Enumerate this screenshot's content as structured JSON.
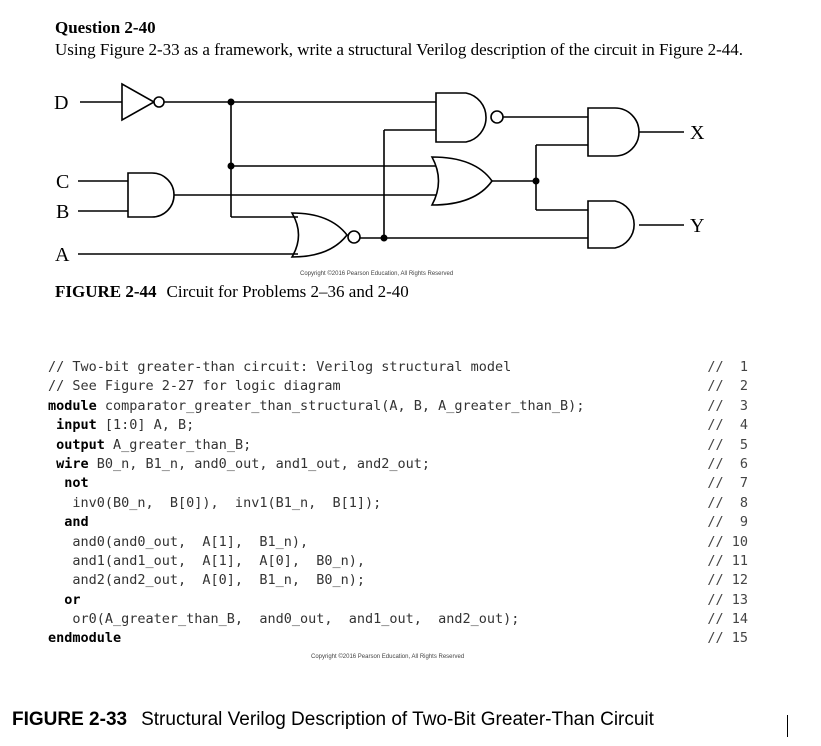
{
  "question": {
    "title": "Question 2-40",
    "text": "Using Figure 2-33 as a framework, write a structural Verilog description of the circuit in Figure 2-44."
  },
  "circuit": {
    "inputs": [
      "D",
      "C",
      "B",
      "A"
    ],
    "outputs": [
      "X",
      "Y"
    ],
    "copyright": "Copyright ©2016 Pearson Education, All Rights Reserved"
  },
  "figure_2_44": {
    "label": "FIGURE 2-44",
    "caption": "Circuit for Problems 2–36 and 2-40"
  },
  "code": {
    "lines": [
      {
        "num": "//  1",
        "text": "// Two-bit greater-than circuit: Verilog structural model"
      },
      {
        "num": "//  2",
        "text": "// See Figure 2-27 for logic diagram"
      },
      {
        "num": "//  3",
        "kw": "module",
        "text": " comparator_greater_than_structural(A, B, A_greater_than_B);"
      },
      {
        "num": "//  4",
        "kw": " input",
        "text": " [1:0] A, B;"
      },
      {
        "num": "//  5",
        "kw": " output",
        "text": " A_greater_than_B;"
      },
      {
        "num": "//  6",
        "kw": " wire",
        "text": " B0_n, B1_n, and0_out, and1_out, and2_out;"
      },
      {
        "num": "//  7",
        "kw": "  not",
        "text": ""
      },
      {
        "num": "//  8",
        "text": "   inv0(B0_n,  B[0]),  inv1(B1_n,  B[1]);"
      },
      {
        "num": "//  9",
        "kw": "  and",
        "text": ""
      },
      {
        "num": "// 10",
        "text": "   and0(and0_out,  A[1],  B1_n),"
      },
      {
        "num": "// 11",
        "text": "   and1(and1_out,  A[1],  A[0],  B0_n),"
      },
      {
        "num": "// 12",
        "text": "   and2(and2_out,  A[0],  B1_n,  B0_n);"
      },
      {
        "num": "// 13",
        "kw": "  or",
        "text": ""
      },
      {
        "num": "// 14",
        "text": "   or0(A_greater_than_B,  and0_out,  and1_out,  and2_out);"
      },
      {
        "num": "// 15",
        "kw": "endmodule",
        "text": ""
      }
    ],
    "copyright": "Copyright ©2016 Pearson Education, All Rights Reserved"
  },
  "figure_2_33": {
    "label": "FIGURE 2-33",
    "caption": "Structural Verilog Description of Two-Bit Greater-Than Circuit"
  }
}
